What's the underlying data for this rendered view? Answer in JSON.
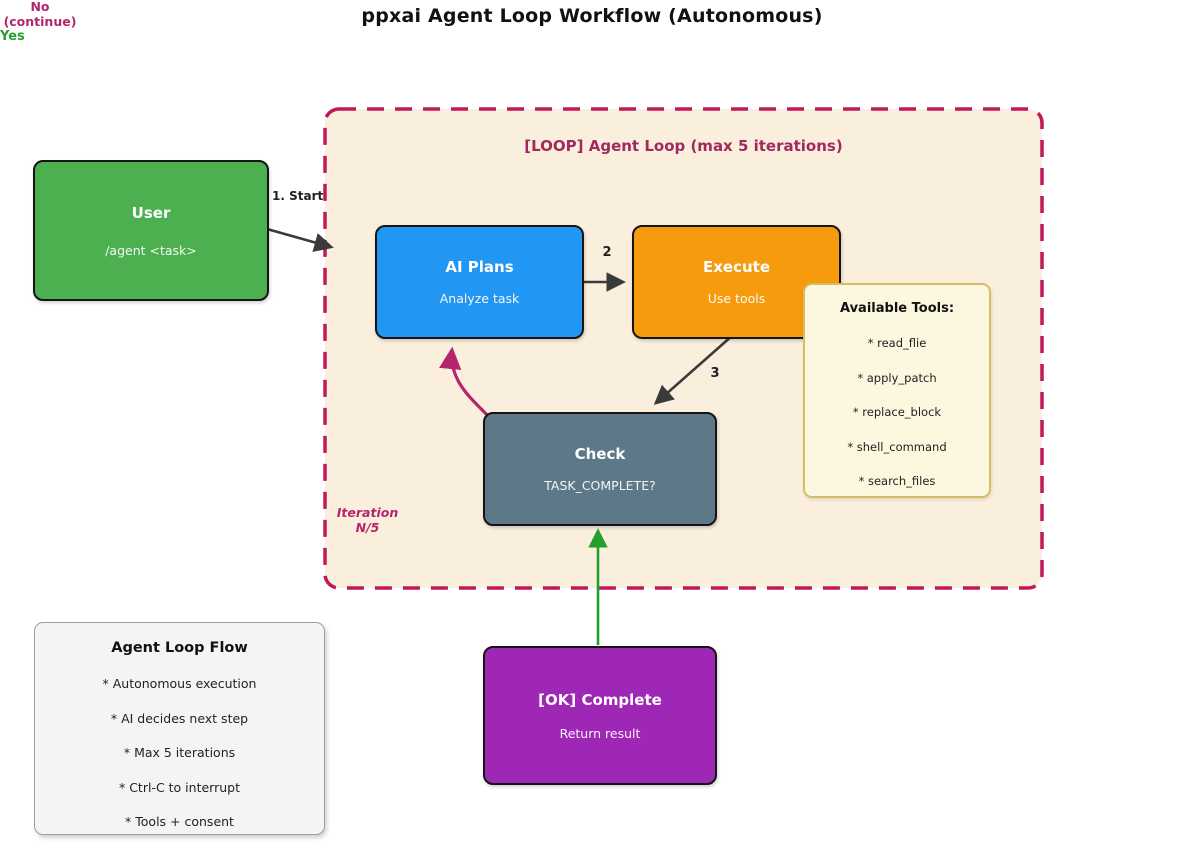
{
  "title": "ppxai Agent Loop Workflow (Autonomous)",
  "colors": {
    "loop_fill": "#f9efdc",
    "loop_border": "#c2185b",
    "loop_label": "#a1295f",
    "user_green": "#4caf50",
    "plans_blue": "#2196f3",
    "execute_orange": "#f59b0d",
    "check_slate": "#5d7886",
    "complete_purple": "#9f27b5",
    "tools_fill": "#fcf7df",
    "tools_border": "#d8bc62",
    "arrow_dark": "#3a3a3a",
    "arrow_green": "#23a02c",
    "arrow_crimson": "#b5256b"
  },
  "loop": {
    "label": "[LOOP] Agent Loop (max 5 iterations)",
    "iteration_line1": "Iteration",
    "iteration_line2": "N/5"
  },
  "nodes": {
    "user": {
      "title": "User",
      "subtitle": "/agent <task>"
    },
    "ai_plans": {
      "title": "AI Plans",
      "subtitle": "Analyze task"
    },
    "execute": {
      "title": "Execute",
      "subtitle": "Use tools"
    },
    "check": {
      "title": "Check",
      "subtitle": "TASK_COMPLETE?"
    },
    "complete": {
      "title": "[OK] Complete",
      "subtitle": "Return result"
    }
  },
  "edges": {
    "start_label": "1. Start",
    "step2_label": "2",
    "step3_label": "3",
    "no_line1": "No",
    "no_line2": "(continue)",
    "yes_label": "Yes"
  },
  "tools_panel": {
    "title": "Available Tools:",
    "items": [
      "* read_flie",
      "* apply_patch",
      "* replace_block",
      "* shell_command",
      "* search_files"
    ]
  },
  "legend_panel": {
    "title": "Agent Loop Flow",
    "items": [
      "* Autonomous execution",
      "* AI decides next step",
      "* Max 5 iterations",
      "* Ctrl-C to interrupt",
      "* Tools + consent"
    ]
  }
}
